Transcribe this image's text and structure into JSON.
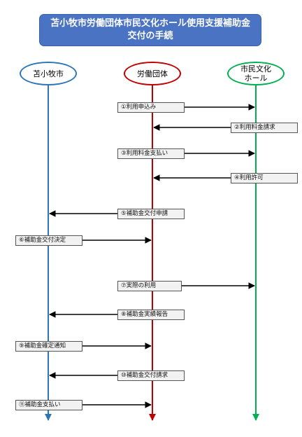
{
  "title": {
    "line1": "苫小牧市労働団体市民文化ホール使用支援補助金",
    "line2": "交付の手続"
  },
  "actors": [
    {
      "id": "city",
      "lines": [
        "苫小牧市"
      ],
      "color": "#2e75b6"
    },
    {
      "id": "union",
      "lines": [
        "労働団体"
      ],
      "color": "#c00000"
    },
    {
      "id": "hall",
      "lines": [
        "市民文化",
        "ホール"
      ],
      "color": "#00b050"
    }
  ],
  "steps": [
    {
      "label": "①利用申込み",
      "from": "union",
      "to": "hall"
    },
    {
      "label": "②利用料金請求",
      "from": "hall",
      "to": "union"
    },
    {
      "label": "③利用料金支払い",
      "from": "union",
      "to": "hall"
    },
    {
      "label": "④利用許可",
      "from": "hall",
      "to": "union"
    },
    {
      "label": "⑤補助金交付申請",
      "from": "union",
      "to": "city"
    },
    {
      "label": "⑥補助金交付決定",
      "from": "city",
      "to": "union"
    },
    {
      "label": "⑦実際の利用",
      "from": "union",
      "to": "hall"
    },
    {
      "label": "⑧補助金実績報告",
      "from": "union",
      "to": "city"
    },
    {
      "label": "⑨補助金確定通知",
      "from": "city",
      "to": "union"
    },
    {
      "label": "⑩補助金交付請求",
      "from": "union",
      "to": "city"
    },
    {
      "label": "⑪補助金支払い",
      "from": "city",
      "to": "union"
    }
  ]
}
